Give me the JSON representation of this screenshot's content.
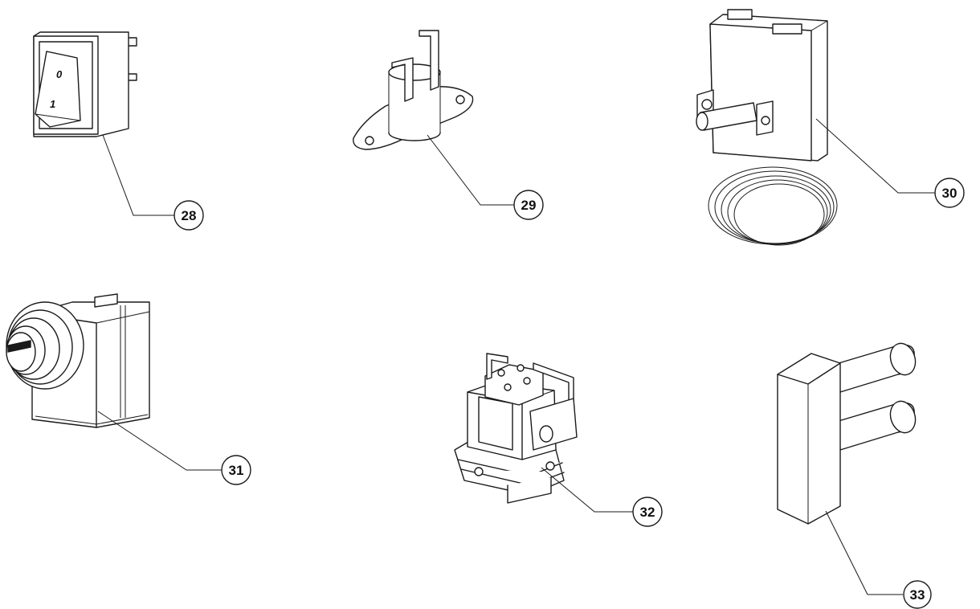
{
  "parts": [
    {
      "id": "part-28",
      "label": "28"
    },
    {
      "id": "part-29",
      "label": "29"
    },
    {
      "id": "part-30",
      "label": "30"
    },
    {
      "id": "part-31",
      "label": "31"
    },
    {
      "id": "part-32",
      "label": "32"
    },
    {
      "id": "part-33",
      "label": "33"
    }
  ],
  "switch_marks": {
    "off": "0",
    "on": "1"
  }
}
